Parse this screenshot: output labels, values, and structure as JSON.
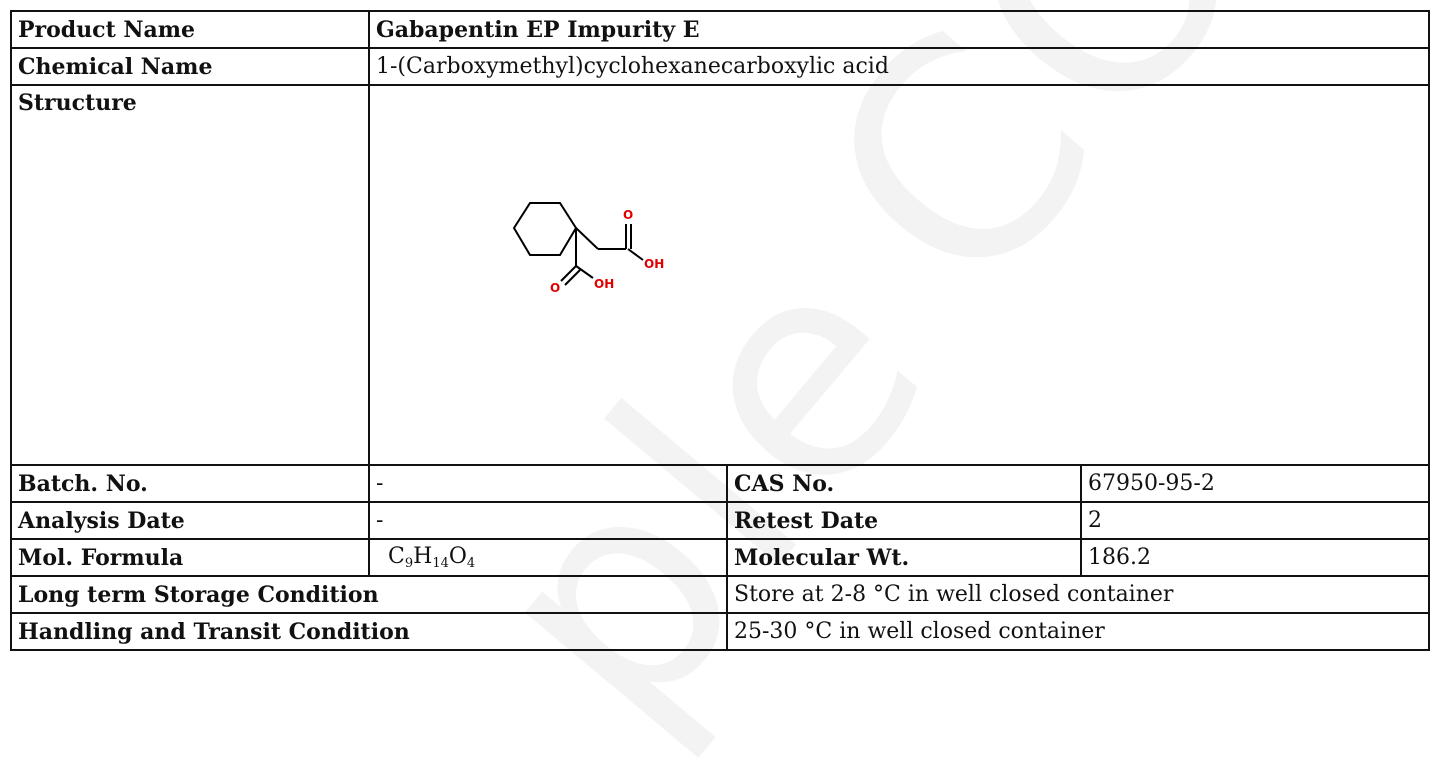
{
  "watermark": {
    "text": "COA",
    "text2": "ple"
  },
  "rows": {
    "product_name": {
      "label": "Product Name",
      "value": "Gabapentin EP Impurity E"
    },
    "chemical_name": {
      "label": "Chemical Name",
      "value": "1-(Carboxymethyl)cyclohexanecarboxylic acid"
    },
    "structure": {
      "label": "Structure",
      "atoms": {
        "o": "O",
        "oh": "OH"
      }
    },
    "batch": {
      "label": "Batch. No.",
      "value": "-"
    },
    "cas": {
      "label": "CAS No.",
      "value": "67950-95-2"
    },
    "analysis_date": {
      "label": "Analysis Date",
      "value": "-"
    },
    "retest_date": {
      "label": "Retest Date",
      "value": "2"
    },
    "mol_formula": {
      "label": "Mol. Formula",
      "c": "C",
      "c_n": "9",
      "h": "H",
      "h_n": "14",
      "o": "O",
      "o_n": "4"
    },
    "mol_wt": {
      "label": "Molecular Wt.",
      "value": "186.2"
    },
    "storage": {
      "label": "Long term Storage Condition",
      "value": "Store at 2-8 °C in well closed container"
    },
    "transit": {
      "label": "Handling and Transit Condition",
      "value": "25-30 °C in well closed container"
    }
  },
  "colors": {
    "atom_red": "#e00000",
    "bond": "#000000",
    "border": "#111111"
  }
}
